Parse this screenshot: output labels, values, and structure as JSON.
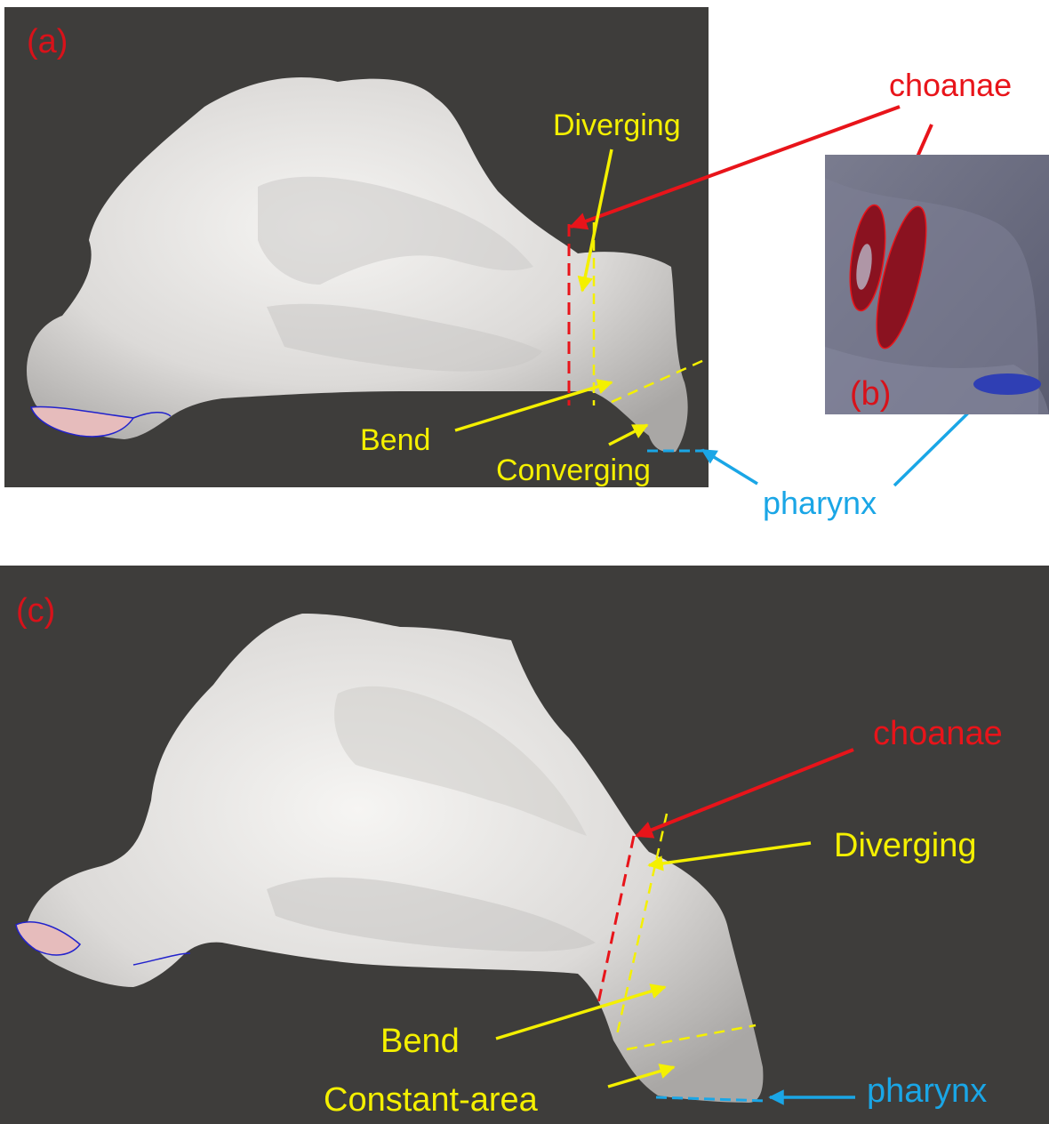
{
  "panel_labels": {
    "a": "(a)",
    "b": "(b)",
    "c": "(c)"
  },
  "annotations_a": {
    "choanae": "choanae",
    "diverging": "Diverging",
    "bend": "Bend",
    "converging": "Converging",
    "pharynx": "pharynx"
  },
  "annotations_c": {
    "choanae": "choanae",
    "diverging": "Diverging",
    "bend": "Bend",
    "constant_area": "Constant-area",
    "pharynx": "pharynx"
  },
  "colors": {
    "background_panel": "#3e3d3b",
    "inset_background": "#626479",
    "choanae_red": "#e8141a",
    "label_yellow": "#f4f000",
    "pharynx_blue": "#1aa6e6",
    "surface": "#e6e4e2"
  }
}
